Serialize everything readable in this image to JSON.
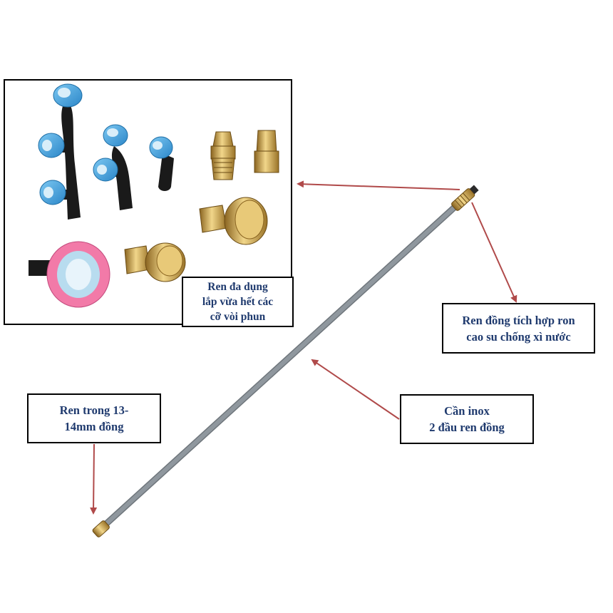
{
  "labels": {
    "thread_variety": {
      "line1": "Ren đa dụng",
      "line2": "lắp vừa hết các",
      "line3": "cỡ vòi phun"
    },
    "brass_thread": {
      "line1": "Ren đồng tích hợp ron",
      "line2": "cao su chống xì nước"
    },
    "steel_rod": {
      "line1": "Cần inox",
      "line2": "2 đầu ren đồng"
    },
    "inner_thread": {
      "line1": "Ren trong 13-",
      "line2": "14mm đồng"
    }
  },
  "colors": {
    "label_text": "#1f3a6e",
    "arrow": "#b04a4a",
    "nozzle_blue": "#3fa3e0",
    "nozzle_black": "#1a1a1a",
    "brass": "#c9a24a",
    "pink": "#f27aa8",
    "steel": "#a9b0b6"
  },
  "icons": [
    "triple-nozzle-icon",
    "double-nozzle-icon",
    "single-nozzle-icon",
    "brass-nozzle-icon",
    "brass-shower-nozzle-icon",
    "pink-fan-nozzle-icon",
    "steel-rod-icon"
  ]
}
